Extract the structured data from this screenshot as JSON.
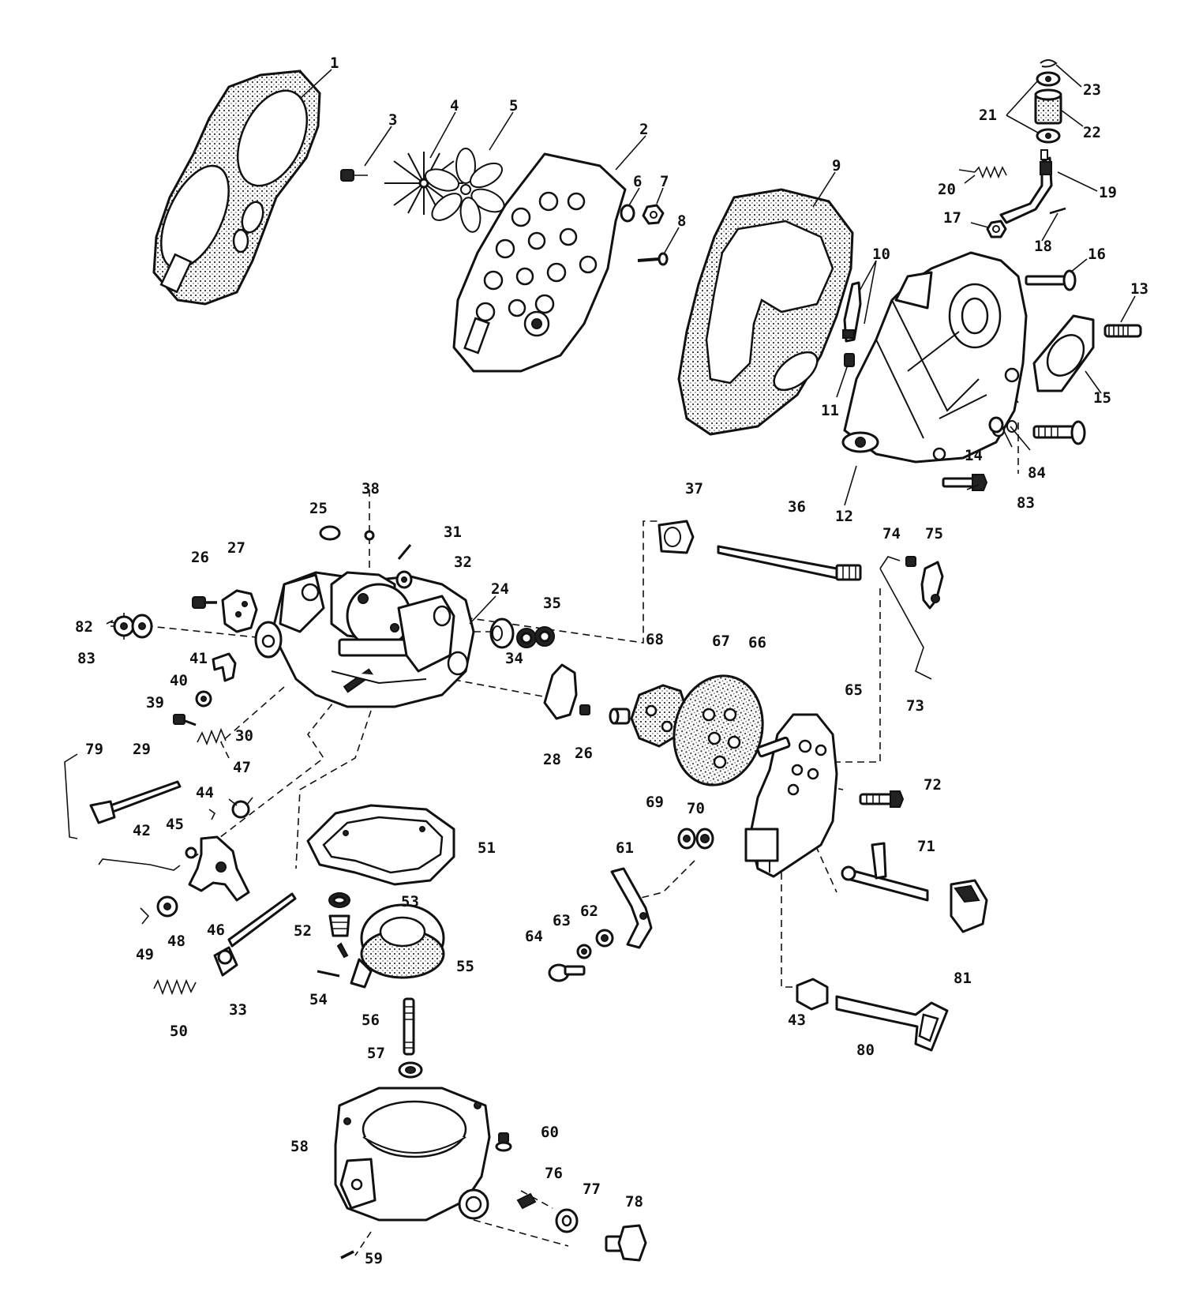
{
  "callouts": [
    {
      "id": "c1",
      "label": "1"
    },
    {
      "id": "c2",
      "label": "2"
    },
    {
      "id": "c3",
      "label": "3"
    },
    {
      "id": "c4",
      "label": "4"
    },
    {
      "id": "c5",
      "label": "5"
    },
    {
      "id": "c6",
      "label": "6"
    },
    {
      "id": "c7",
      "label": "7"
    },
    {
      "id": "c8",
      "label": "8"
    },
    {
      "id": "c9",
      "label": "9"
    },
    {
      "id": "c10",
      "label": "10"
    },
    {
      "id": "c11",
      "label": "11"
    },
    {
      "id": "c12",
      "label": "12"
    },
    {
      "id": "c13",
      "label": "13"
    },
    {
      "id": "c14",
      "label": "14"
    },
    {
      "id": "c15",
      "label": "15"
    },
    {
      "id": "c16",
      "label": "16"
    },
    {
      "id": "c17",
      "label": "17"
    },
    {
      "id": "c18",
      "label": "18"
    },
    {
      "id": "c19",
      "label": "19"
    },
    {
      "id": "c20",
      "label": "20"
    },
    {
      "id": "c21",
      "label": "21"
    },
    {
      "id": "c22",
      "label": "22"
    },
    {
      "id": "c23",
      "label": "23"
    },
    {
      "id": "c24",
      "label": "24"
    },
    {
      "id": "c25",
      "label": "25"
    },
    {
      "id": "c26a",
      "label": "26"
    },
    {
      "id": "c26b",
      "label": "26"
    },
    {
      "id": "c27",
      "label": "27"
    },
    {
      "id": "c28",
      "label": "28"
    },
    {
      "id": "c29",
      "label": "29"
    },
    {
      "id": "c30",
      "label": "30"
    },
    {
      "id": "c31",
      "label": "31"
    },
    {
      "id": "c32",
      "label": "32"
    },
    {
      "id": "c33",
      "label": "33"
    },
    {
      "id": "c34",
      "label": "34"
    },
    {
      "id": "c35",
      "label": "35"
    },
    {
      "id": "c36",
      "label": "36"
    },
    {
      "id": "c37",
      "label": "37"
    },
    {
      "id": "c38",
      "label": "38"
    },
    {
      "id": "c39",
      "label": "39"
    },
    {
      "id": "c40",
      "label": "40"
    },
    {
      "id": "c41",
      "label": "41"
    },
    {
      "id": "c42",
      "label": "42"
    },
    {
      "id": "c43",
      "label": "43"
    },
    {
      "id": "c44",
      "label": "44"
    },
    {
      "id": "c45",
      "label": "45"
    },
    {
      "id": "c46",
      "label": "46"
    },
    {
      "id": "c47",
      "label": "47"
    },
    {
      "id": "c48",
      "label": "48"
    },
    {
      "id": "c49",
      "label": "49"
    },
    {
      "id": "c50",
      "label": "50"
    },
    {
      "id": "c51",
      "label": "51"
    },
    {
      "id": "c52",
      "label": "52"
    },
    {
      "id": "c53",
      "label": "53"
    },
    {
      "id": "c54",
      "label": "54"
    },
    {
      "id": "c55",
      "label": "55"
    },
    {
      "id": "c56",
      "label": "56"
    },
    {
      "id": "c57",
      "label": "57"
    },
    {
      "id": "c58",
      "label": "58"
    },
    {
      "id": "c59",
      "label": "59"
    },
    {
      "id": "c60",
      "label": "60"
    },
    {
      "id": "c61",
      "label": "61"
    },
    {
      "id": "c62",
      "label": "62"
    },
    {
      "id": "c63",
      "label": "63"
    },
    {
      "id": "c64",
      "label": "64"
    },
    {
      "id": "c65",
      "label": "65"
    },
    {
      "id": "c66",
      "label": "66"
    },
    {
      "id": "c67",
      "label": "67"
    },
    {
      "id": "c68",
      "label": "68"
    },
    {
      "id": "c69",
      "label": "69"
    },
    {
      "id": "c70",
      "label": "70"
    },
    {
      "id": "c71",
      "label": "71"
    },
    {
      "id": "c72",
      "label": "72"
    },
    {
      "id": "c73",
      "label": "73"
    },
    {
      "id": "c74",
      "label": "74"
    },
    {
      "id": "c75",
      "label": "75"
    },
    {
      "id": "c76",
      "label": "76"
    },
    {
      "id": "c77",
      "label": "77"
    },
    {
      "id": "c78",
      "label": "78"
    },
    {
      "id": "c79",
      "label": "79"
    },
    {
      "id": "c80",
      "label": "80"
    },
    {
      "id": "c81",
      "label": "81"
    },
    {
      "id": "c82",
      "label": "82"
    },
    {
      "id": "c83a",
      "label": "83"
    },
    {
      "id": "c83b",
      "label": "83"
    },
    {
      "id": "c84",
      "label": "84"
    }
  ]
}
